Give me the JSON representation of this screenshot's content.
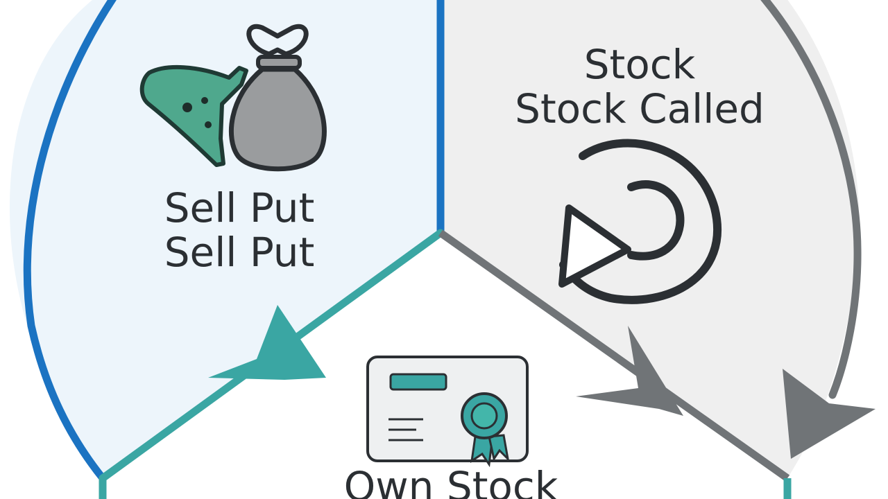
{
  "segments": [
    {
      "id": "sell-put",
      "title_line1": "Sell Put",
      "title_line2": "Sell Put",
      "icon": "money-bag-icon",
      "color": "#1b73c2",
      "fill": "#edf5fb"
    },
    {
      "id": "stock-called",
      "title_line1": "Stock",
      "title_line2": "Stock Called",
      "icon": "cycle-arrow-icon",
      "color": "#707477",
      "fill": "#efefef"
    },
    {
      "id": "own-stock",
      "title_line1": "Own Stock",
      "icon": "stock-certificate-icon",
      "color": "#3aa6a3",
      "fill": "#ffffff"
    }
  ]
}
